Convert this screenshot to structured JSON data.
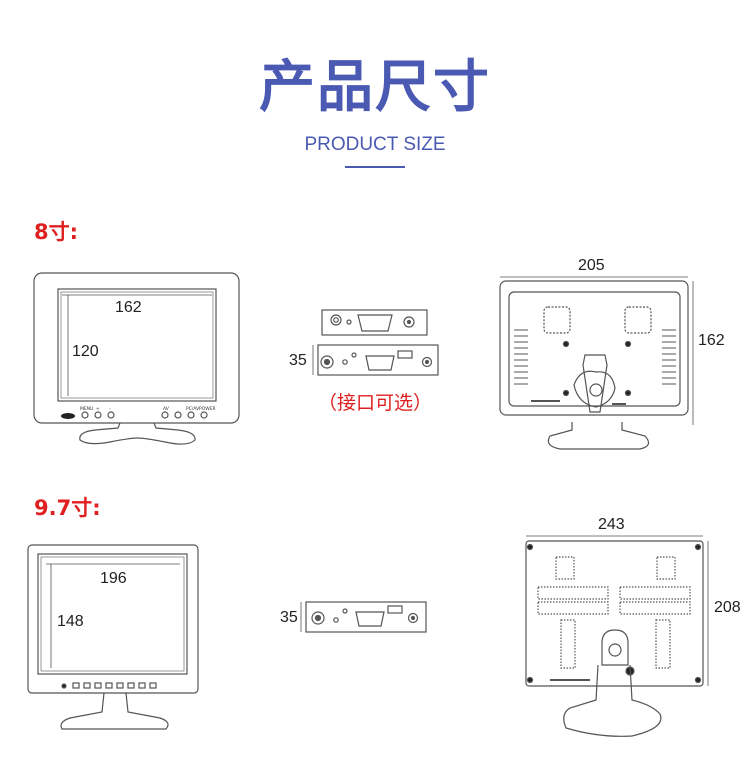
{
  "header": {
    "title": "产品尺寸",
    "subtitle": "PRODUCT SIZE"
  },
  "sections": [
    {
      "label": "8寸:",
      "front_width": "162",
      "front_height": "120",
      "depth": "35",
      "back_width": "205",
      "back_height": "162",
      "interface_note": "（接口可选）",
      "button_labels": [
        "MENU",
        "+",
        "-",
        "AV",
        "PC/AV",
        "POWER"
      ]
    },
    {
      "label": "9.7寸:",
      "front_width": "196",
      "front_height": "148",
      "depth": "35",
      "back_width": "243",
      "back_height": "208"
    }
  ],
  "colors": {
    "accent": "#4a5ab3",
    "label_red": "#e02020",
    "line": "#555555"
  }
}
